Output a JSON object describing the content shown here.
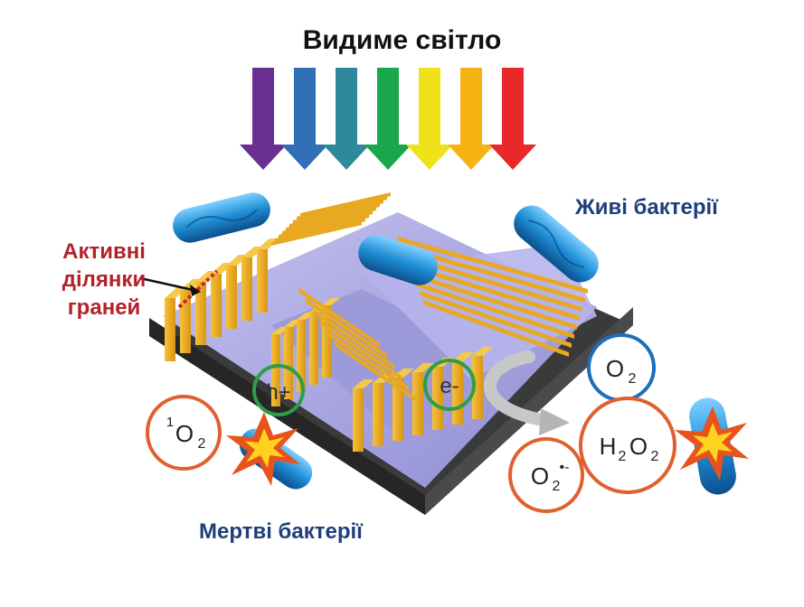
{
  "title": "Видиме світло",
  "labels": {
    "live_bacteria": "Живі бактерії",
    "dead_bacteria": "Мертві бактерії",
    "active_sites_line1": "Активні",
    "active_sites_line2": "ділянки",
    "active_sites_line3": "граней"
  },
  "species": {
    "hole": "h+",
    "electron": "e-",
    "oxygen": "O",
    "oxygen_sub": "2",
    "singlet_sup": "1",
    "singlet": "O",
    "singlet_sub": "2",
    "peroxide_h": "H",
    "peroxide_h_sub": "2",
    "peroxide_o": "O",
    "peroxide_o_sub": "2",
    "superoxide": "O",
    "superoxide_sub": "2",
    "superoxide_sup": "•-"
  },
  "colors": {
    "spectrum": [
      "#6b2f92",
      "#2f6fb5",
      "#2e8a9a",
      "#1aa64a",
      "#f0e21a",
      "#f7b213",
      "#e8282a"
    ],
    "label_blue": "#1f3f7a",
    "label_red": "#b3222a",
    "ring_orange": "#e06030",
    "ring_blue": "#1c6fb8",
    "ring_green": "#2e9e44",
    "rod_gold": "#e8a820",
    "slab_purple": "#a9a6e2",
    "base_gray": "#3d3d3d",
    "bacteria_blue": "#1f8fd6"
  },
  "icons": [
    "arrow-down-icon",
    "bacterium-icon",
    "explosion-icon",
    "curved-arrow-icon"
  ]
}
